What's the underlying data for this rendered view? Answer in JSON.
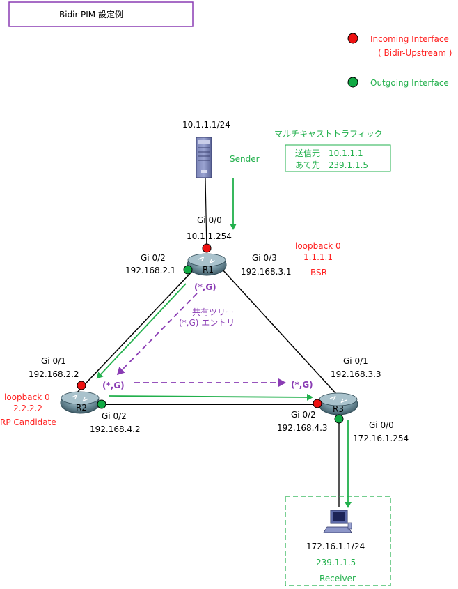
{
  "title": "Bidir-PIM 設定例",
  "legend": {
    "incoming_label": "Incoming Interface",
    "incoming_sub": "( Bidir-Upstream )",
    "outgoing_label": "Outgoing Interface",
    "incoming_color": "#ee1111",
    "outgoing_color": "#11aa44"
  },
  "sender": {
    "ip": "10.1.1.1/24",
    "label": "Sender",
    "icon": "server-icon"
  },
  "traffic_box": {
    "title": "マルチキャストトラフィック",
    "row1": "送信元　10.1.1.1",
    "row2": "あて先　239.1.1.5"
  },
  "r1": {
    "name": "R1",
    "gi00": "Gi 0/0",
    "gi00_ip": "10.1.1.254",
    "gi02": "Gi 0/2",
    "gi02_ip": "192.168.2.1",
    "gi03": "Gi 0/3",
    "gi03_ip": "192.168.3.1",
    "loopback": "loopback 0",
    "loopback_ip": "1.1.1.1",
    "role": "BSR",
    "sg": "(*,G)"
  },
  "shared_tree": {
    "line1": "共有ツリー",
    "line2": "(*,G) エントリ"
  },
  "r2": {
    "name": "R2",
    "gi01": "Gi 0/1",
    "gi01_ip": "192.168.2.2",
    "gi02": "Gi 0/2",
    "gi02_ip": "192.168.4.2",
    "loopback": "loopback 0",
    "loopback_ip": "2.2.2.2",
    "role": "RP Candidate",
    "sg": "(*,G)"
  },
  "r3": {
    "name": "R3",
    "gi01": "Gi 0/1",
    "gi01_ip": "192.168.3.3",
    "gi02": "Gi 0/2",
    "gi02_ip": "192.168.4.3",
    "gi00": "Gi 0/0",
    "gi00_ip": "172.16.1.254",
    "sg": "(*,G)"
  },
  "receiver": {
    "ip": "172.16.1.1/24",
    "group": "239.1.1.5",
    "label": "Receiver",
    "icon": "workstation-icon"
  }
}
